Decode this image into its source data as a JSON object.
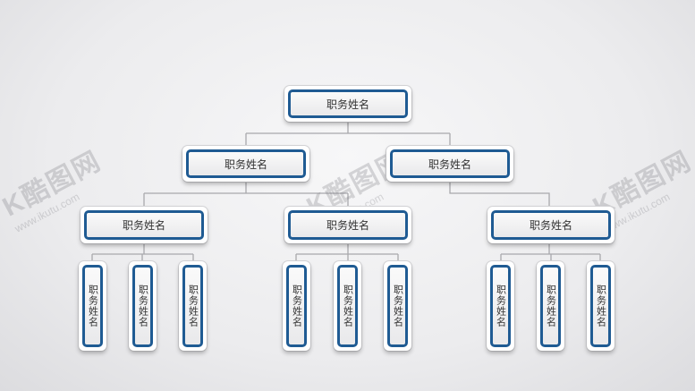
{
  "watermark": {
    "brand": "K酷图网",
    "url": "www.ikutu.com"
  },
  "colors": {
    "border": "#1f5b93",
    "line": "#a8a8ac"
  },
  "org": {
    "root": "职务姓名",
    "level2": [
      "职务姓名",
      "职务姓名"
    ],
    "level3": [
      "职务姓名",
      "职务姓名",
      "职务姓名"
    ],
    "leaves": [
      [
        "职务姓名",
        "职务姓名",
        "职务姓名"
      ],
      [
        "职务姓名",
        "职务姓名",
        "职务姓名"
      ],
      [
        "职务姓名",
        "职务姓名",
        "职务姓名"
      ]
    ]
  }
}
